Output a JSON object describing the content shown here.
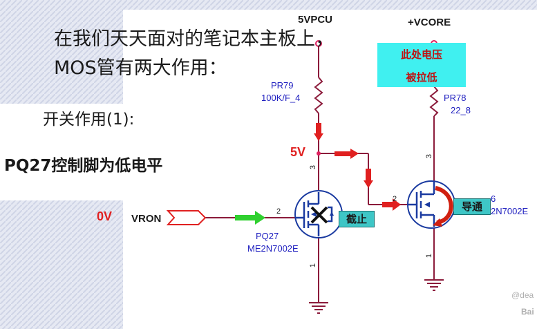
{
  "slide": {
    "title_line1": "在我们天天面对的笔记本主板上，",
    "title_line2": "MOS管有两大作用：",
    "section": "开关作用(1):",
    "section_note": "PQ27控制脚为低电平"
  },
  "schematic": {
    "supply_left": "5VPCU",
    "supply_right": "+VCORE",
    "callout_line1": "此处电压",
    "callout_line2": "被拉低",
    "pr79_name": "PR79",
    "pr79_value": "100K/F_4",
    "pr78_name": "PR78",
    "pr78_value": "22_8",
    "node_voltage": "5V",
    "input_voltage": "0V",
    "input_net": "VRON",
    "pq27_name": "PQ27",
    "pq27_part": "ME2N7002E",
    "right_fet_ref_fragment": "6",
    "right_fet_part_fragment": "2N7002E",
    "pq27_state": "截止",
    "right_fet_state": "导通",
    "pin_left_gate": "2",
    "pin_left_drain": "3",
    "pin_left_source": "1",
    "pin_right_gate": "2",
    "pin_right_drain": "3",
    "pin_right_source": "1"
  },
  "watermark": {
    "line1": "@dea",
    "line2": "Bai"
  },
  "colors": {
    "background_stripe": "#dfe3f0",
    "wire": "#8b1a3a",
    "arrow_red": "#e02020",
    "arrow_green": "#2fd02f",
    "callout_bg": "#40f0f0",
    "label_blue": "#2020c0"
  }
}
